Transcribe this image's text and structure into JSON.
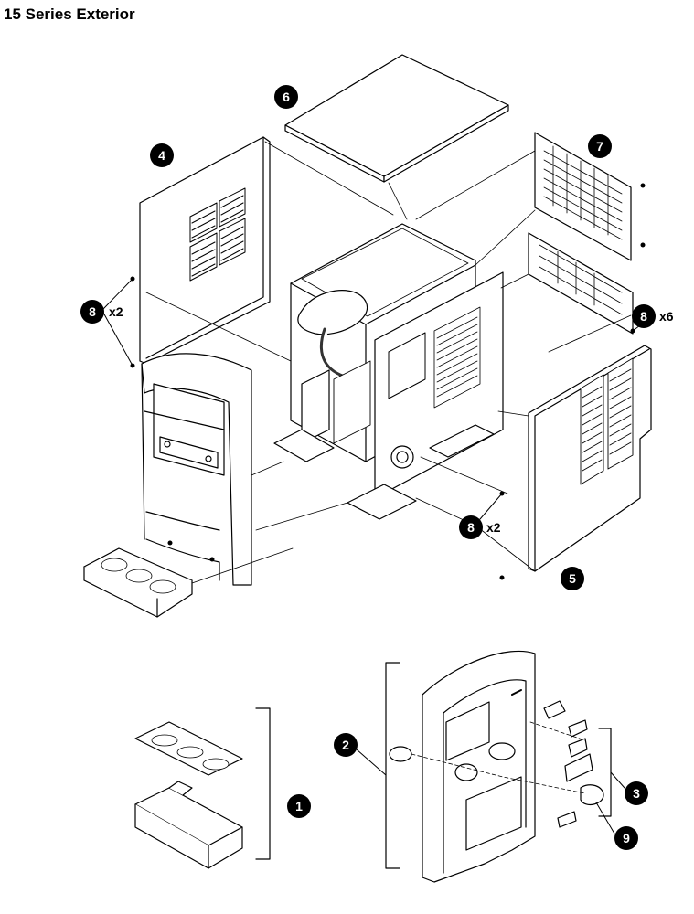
{
  "title": "15 Series Exterior",
  "callouts": {
    "c1": "1",
    "c2": "2",
    "c3": "3",
    "c4": "4",
    "c5": "5",
    "c6": "6",
    "c7": "7",
    "c8a": "8",
    "c8b": "8",
    "c8c": "8",
    "c9": "9"
  },
  "multipliers": {
    "m8a": "x2",
    "m8b": "x6",
    "m8c": "x2"
  }
}
